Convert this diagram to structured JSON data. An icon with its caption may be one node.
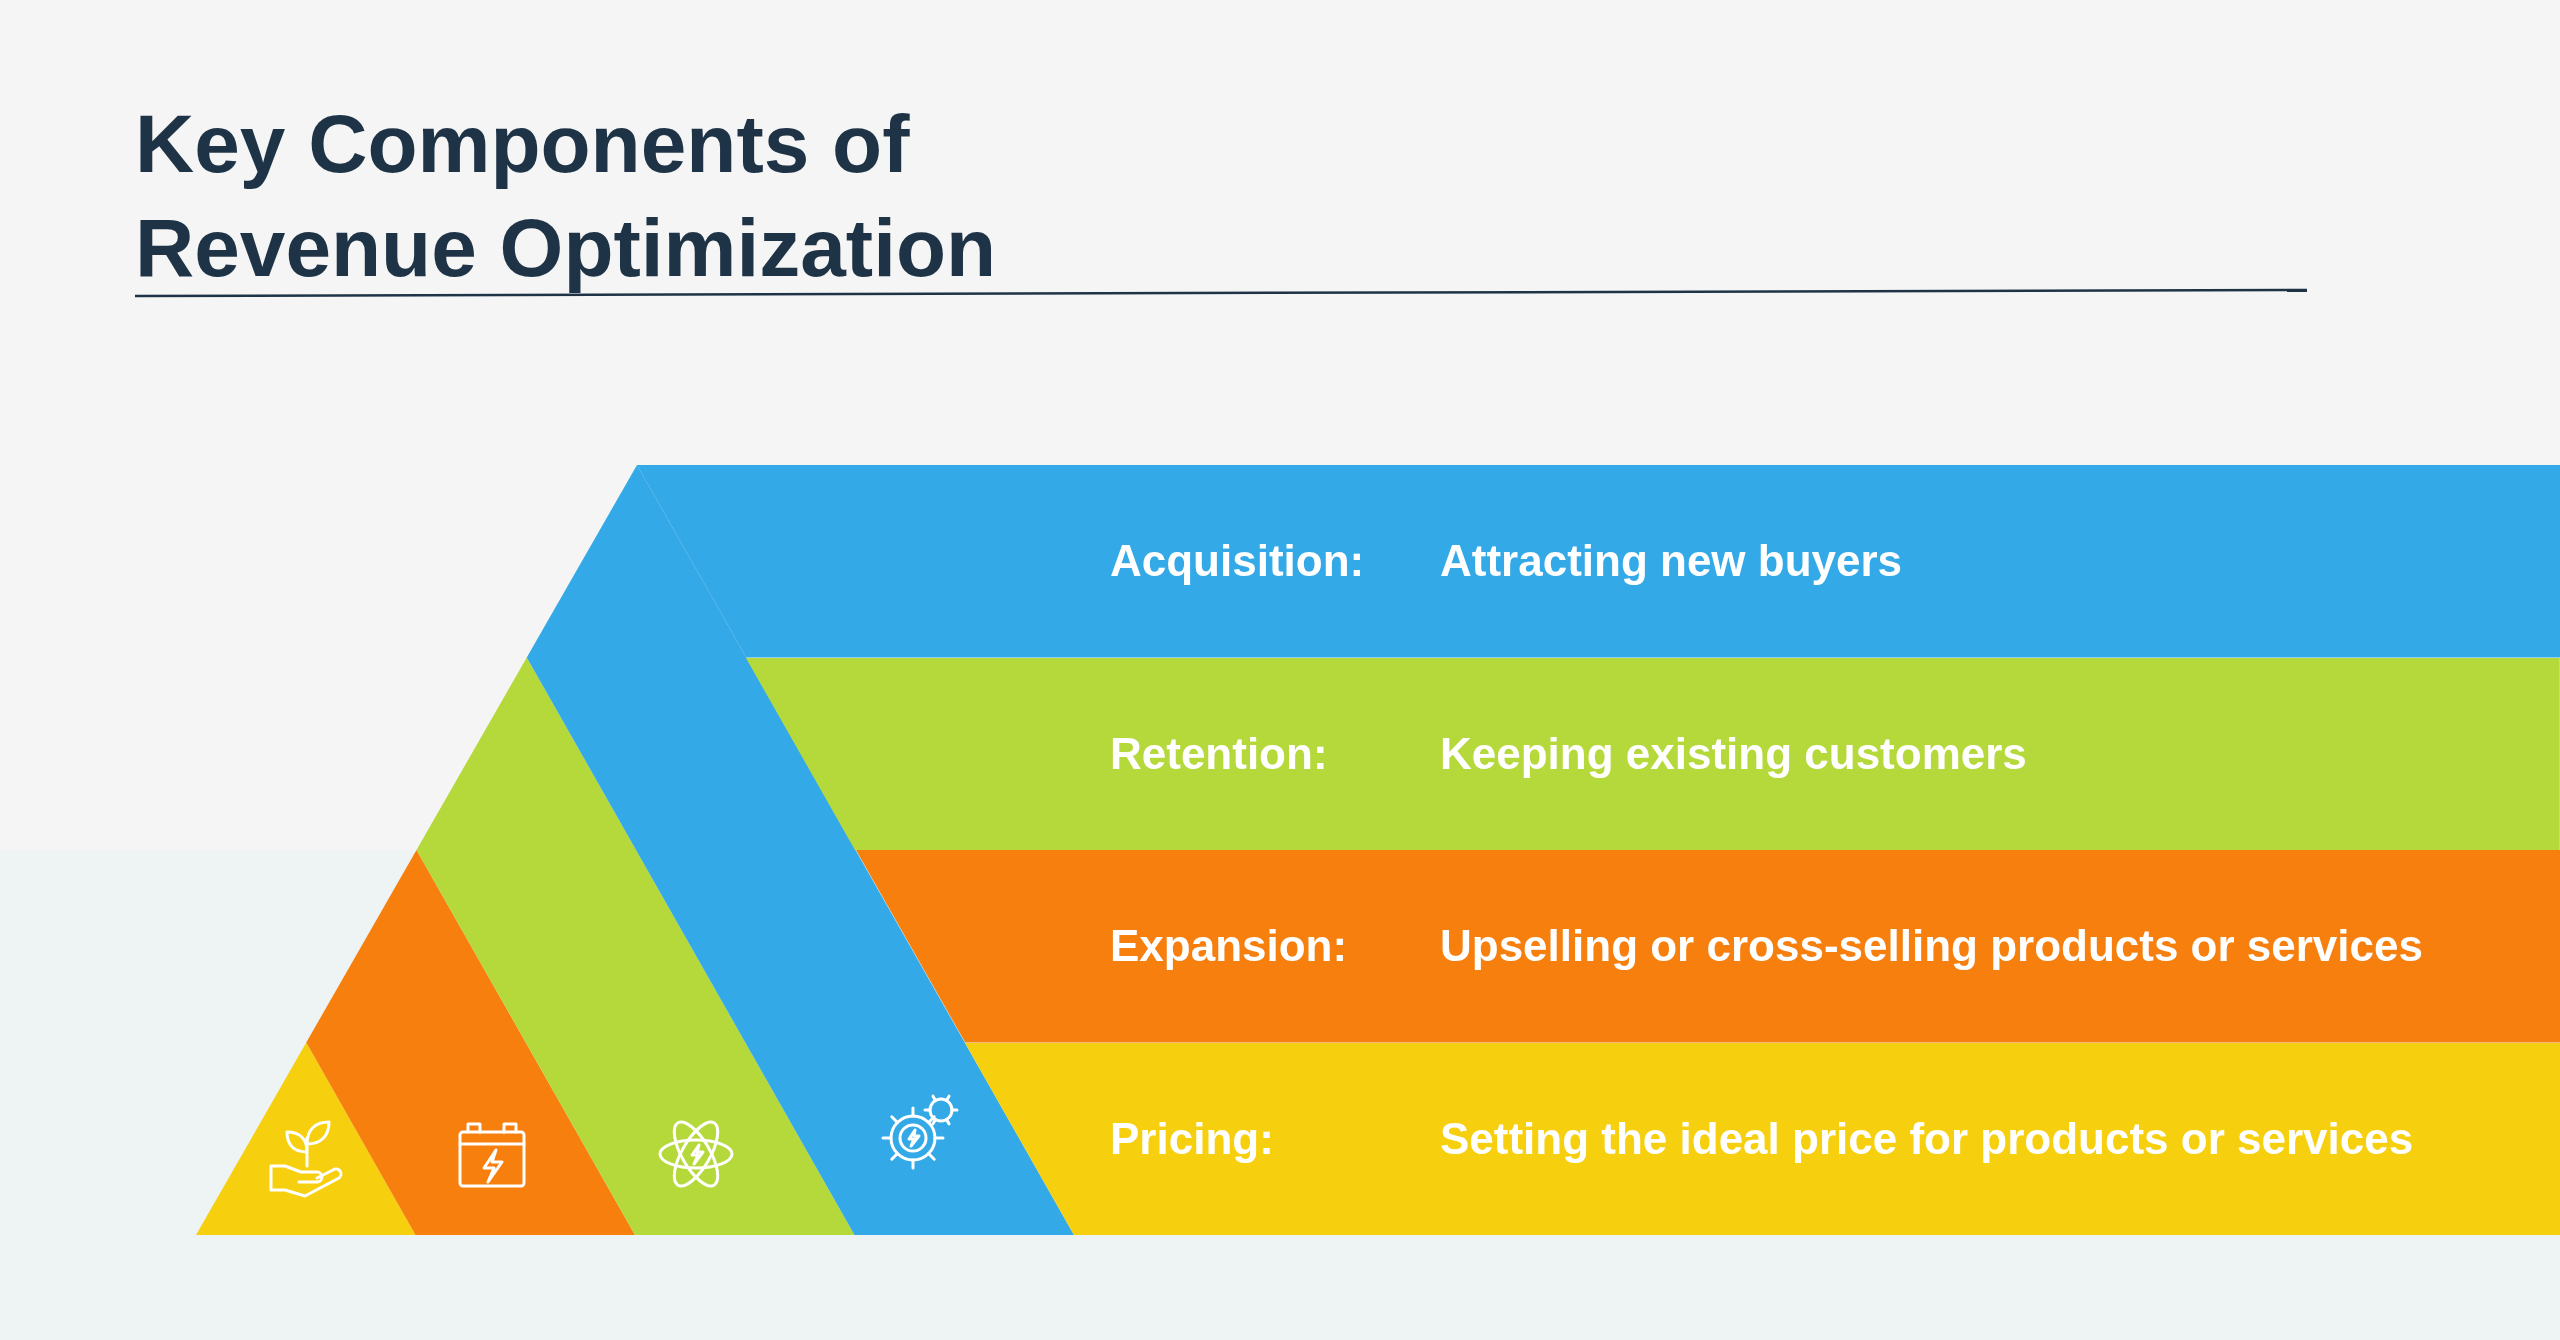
{
  "diagram": {
    "title": "Key Components of Revenue Optimization",
    "nodes": [
      {
        "text": [
          "Acquisition:",
          "Attracting new buyers"
        ]
      },
      {
        "text": [
          "Retention:",
          "Keeping existing customers"
        ]
      },
      {
        "text": [
          "Expansion:",
          "Upselling or cross-selling products or services"
        ]
      },
      {
        "text": [
          "Pricing:",
          "Setting the ideal price for products or services"
        ]
      }
    ]
  }
}
